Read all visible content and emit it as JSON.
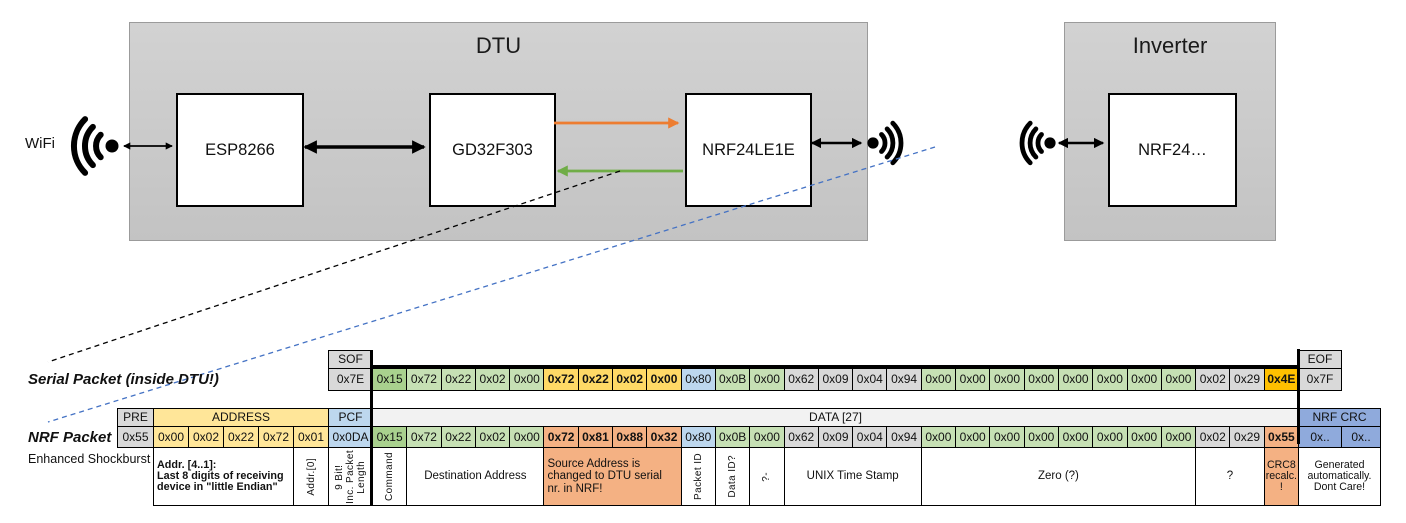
{
  "diagram": {
    "wifi_label": "WiFi",
    "dtu": {
      "title": "DTU",
      "chips": [
        "ESP8266",
        "GD32F303",
        "NRF24LE1E"
      ]
    },
    "inverter": {
      "title": "Inverter",
      "chip": "NRF24…"
    },
    "icons": [
      "wifi-icon-left",
      "wifi-icon-dtu-right",
      "wifi-icon-inverter"
    ],
    "arrow_colors": {
      "black": "#000000",
      "orange": "#ED7D31",
      "green": "#70AD47"
    },
    "dashed_line_colors": {
      "serial_link": "#000000",
      "radio_link": "#4472C4"
    }
  },
  "colors": {
    "gray": "#D9D9D9",
    "lightgray": "#F2F2F2",
    "yellow": "#FFE699",
    "blue": "#BDD7EE",
    "bluemed": "#8FAADC",
    "greendark": "#A9D18E",
    "green": "#C6E0B4",
    "amber": "#FFD966",
    "gold": "#FFC000",
    "salmon": "#F4B183"
  },
  "serial_packet": {
    "label": "Serial Packet (inside DTU!)",
    "sof": {
      "header": "SOF",
      "value": "0x7E"
    },
    "eof": {
      "header": "EOF",
      "value": "0x7F"
    },
    "bytes": [
      {
        "v": "0x15",
        "c": "greendark"
      },
      {
        "v": "0x72",
        "c": "green"
      },
      {
        "v": "0x22",
        "c": "green"
      },
      {
        "v": "0x02",
        "c": "green"
      },
      {
        "v": "0x00",
        "c": "green"
      },
      {
        "v": "0x72",
        "c": "amber",
        "b": true
      },
      {
        "v": "0x22",
        "c": "amber",
        "b": true
      },
      {
        "v": "0x02",
        "c": "amber",
        "b": true
      },
      {
        "v": "0x00",
        "c": "amber",
        "b": true
      },
      {
        "v": "0x80",
        "c": "blue"
      },
      {
        "v": "0x0B",
        "c": "green"
      },
      {
        "v": "0x00",
        "c": "green"
      },
      {
        "v": "0x62",
        "c": "gray"
      },
      {
        "v": "0x09",
        "c": "gray"
      },
      {
        "v": "0x04",
        "c": "gray"
      },
      {
        "v": "0x94",
        "c": "gray"
      },
      {
        "v": "0x00",
        "c": "green"
      },
      {
        "v": "0x00",
        "c": "green"
      },
      {
        "v": "0x00",
        "c": "green"
      },
      {
        "v": "0x00",
        "c": "green"
      },
      {
        "v": "0x00",
        "c": "green"
      },
      {
        "v": "0x00",
        "c": "green"
      },
      {
        "v": "0x00",
        "c": "green"
      },
      {
        "v": "0x00",
        "c": "green"
      },
      {
        "v": "0x02",
        "c": "gray"
      },
      {
        "v": "0x29",
        "c": "gray"
      },
      {
        "v": "0x4E",
        "c": "gold",
        "b": true
      }
    ]
  },
  "nrf_packet": {
    "label": "NRF Packet",
    "sublabel": "Enhanced Shockburst",
    "headers": [
      {
        "label": "PRE",
        "c": "gray",
        "col": 1,
        "span": 1
      },
      {
        "label": "ADDRESS",
        "c": "yellow",
        "col": 2,
        "span": 5
      },
      {
        "label": "PCF",
        "c": "blue",
        "col": 7,
        "span": 1
      },
      {
        "label": "DATA [27]",
        "c": "lightgray",
        "col": 8,
        "span": 27
      },
      {
        "label": "NRF CRC",
        "c": "bluemed",
        "col": 35,
        "span": 2
      }
    ],
    "bytes": [
      {
        "v": "0x55",
        "c": "gray"
      },
      {
        "v": "0x00",
        "c": "yellow"
      },
      {
        "v": "0x02",
        "c": "yellow"
      },
      {
        "v": "0x22",
        "c": "yellow"
      },
      {
        "v": "0x72",
        "c": "yellow"
      },
      {
        "v": "0x01",
        "c": "yellow"
      },
      {
        "v": "0x0DA",
        "c": "blue"
      },
      {
        "v": "0x15",
        "c": "greendark"
      },
      {
        "v": "0x72",
        "c": "green"
      },
      {
        "v": "0x22",
        "c": "green"
      },
      {
        "v": "0x02",
        "c": "green"
      },
      {
        "v": "0x00",
        "c": "green"
      },
      {
        "v": "0x72",
        "c": "salmon",
        "b": true
      },
      {
        "v": "0x81",
        "c": "salmon",
        "b": true
      },
      {
        "v": "0x88",
        "c": "salmon",
        "b": true
      },
      {
        "v": "0x32",
        "c": "salmon",
        "b": true
      },
      {
        "v": "0x80",
        "c": "blue"
      },
      {
        "v": "0x0B",
        "c": "green"
      },
      {
        "v": "0x00",
        "c": "green"
      },
      {
        "v": "0x62",
        "c": "gray"
      },
      {
        "v": "0x09",
        "c": "gray"
      },
      {
        "v": "0x04",
        "c": "gray"
      },
      {
        "v": "0x94",
        "c": "gray"
      },
      {
        "v": "0x00",
        "c": "green"
      },
      {
        "v": "0x00",
        "c": "green"
      },
      {
        "v": "0x00",
        "c": "green"
      },
      {
        "v": "0x00",
        "c": "green"
      },
      {
        "v": "0x00",
        "c": "green"
      },
      {
        "v": "0x00",
        "c": "green"
      },
      {
        "v": "0x00",
        "c": "green"
      },
      {
        "v": "0x00",
        "c": "green"
      },
      {
        "v": "0x02",
        "c": "gray"
      },
      {
        "v": "0x29",
        "c": "gray"
      },
      {
        "v": "0x55",
        "c": "salmon",
        "b": true
      },
      {
        "v": "0x..",
        "c": "bluemed"
      },
      {
        "v": "0x..",
        "c": "bluemed"
      }
    ],
    "annotations": [
      {
        "col": 2,
        "span": 4,
        "text": "Addr. [4..1]:\nLast 8 digits of receiving\ndevice in \"little Endian\"",
        "bold": true,
        "left": true
      },
      {
        "col": 6,
        "span": 1,
        "text": "Addr.[0]",
        "vert": true
      },
      {
        "col": 7,
        "span": 1,
        "text": "9 Bit!\nInc. Packet\nLength",
        "vert": true
      },
      {
        "col": 8,
        "span": 1,
        "text": "Command",
        "vert": true
      },
      {
        "col": 9,
        "span": 4,
        "text": "Destination Address"
      },
      {
        "col": 13,
        "span": 4,
        "text": "Source Address is\nchanged to DTU serial\nnr. in NRF!",
        "fill": "salmon",
        "left": true
      },
      {
        "col": 17,
        "span": 1,
        "text": "Packet ID",
        "vert": true
      },
      {
        "col": 18,
        "span": 1,
        "text": "Data ID?",
        "vert": true
      },
      {
        "col": 19,
        "span": 1,
        "text": "?-",
        "vert": true
      },
      {
        "col": 20,
        "span": 4,
        "text": "UNIX Time Stamp"
      },
      {
        "col": 24,
        "span": 8,
        "text": "Zero (?)"
      },
      {
        "col": 32,
        "span": 2,
        "text": "?"
      },
      {
        "col": 34,
        "span": 1,
        "text": "CRC8\nrecalc.\n!",
        "fill": "salmon",
        "small": true
      },
      {
        "col": 35,
        "span": 2,
        "text": "Generated\nautomatically.\nDont Care!",
        "small": true
      }
    ]
  }
}
